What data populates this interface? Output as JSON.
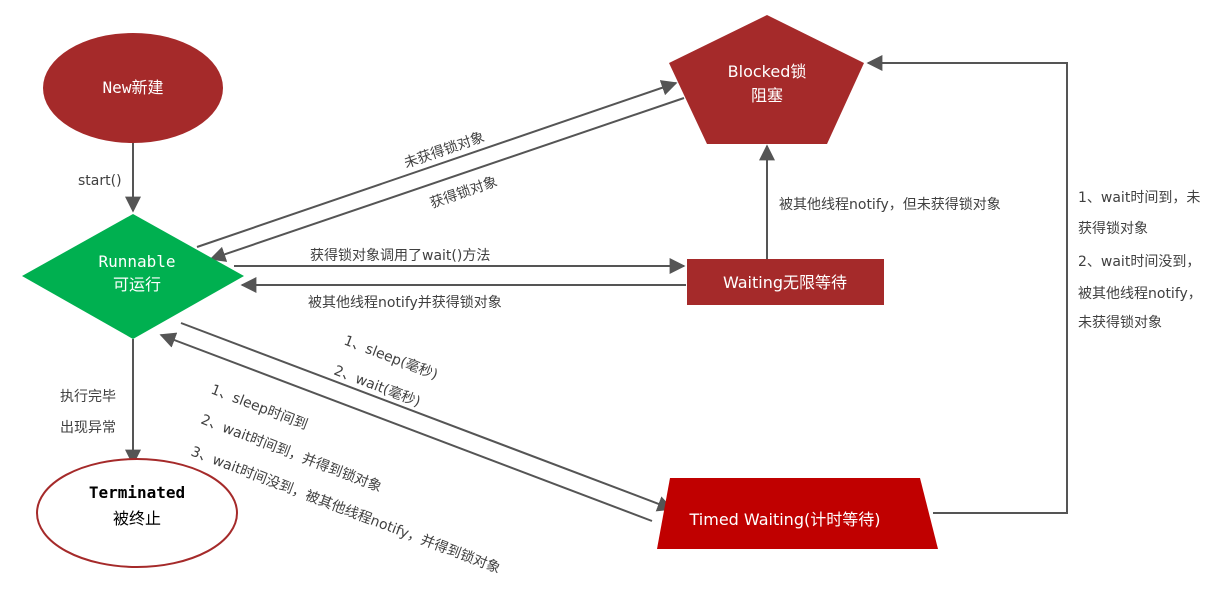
{
  "nodes": {
    "new": {
      "line1": "New新建"
    },
    "runnable": {
      "line1": "Runnable",
      "line2": "可运行"
    },
    "blocked": {
      "line1": "Blocked锁",
      "line2": "阻塞"
    },
    "waiting": {
      "line1": "Waiting无限等待"
    },
    "timed_waiting": {
      "line1": "Timed Waiting(计时等待)"
    },
    "terminated": {
      "line1": "Terminated",
      "line2": "被终止"
    }
  },
  "edges": {
    "start": "start()",
    "to_blocked": "未获得锁对象",
    "from_blocked": "获得锁对象",
    "to_waiting": "获得锁对象调用了wait()方法",
    "from_waiting": "被其他线程notify并获得锁对象",
    "waiting_to_blocked": "被其他线程notify，但未获得锁对象",
    "to_timed": [
      "1、sleep(毫秒)",
      "2、wait(毫秒)"
    ],
    "from_timed": [
      "1、sleep时间到",
      "2、wait时间到，并得到锁对象",
      "3、wait时间没到，被其他线程notify，并得到锁对象"
    ],
    "to_terminated": [
      "执行完毕",
      "出现异常"
    ],
    "timed_to_blocked": [
      "1、wait时间到，未",
      "获得锁对象",
      "2、wait时间没到，",
      "被其他线程notify，",
      "未获得锁对象"
    ]
  },
  "colors": {
    "dark_red": "#A52A2A",
    "bright_red": "#C00000",
    "green": "#00B050",
    "arrow": "#555555"
  }
}
